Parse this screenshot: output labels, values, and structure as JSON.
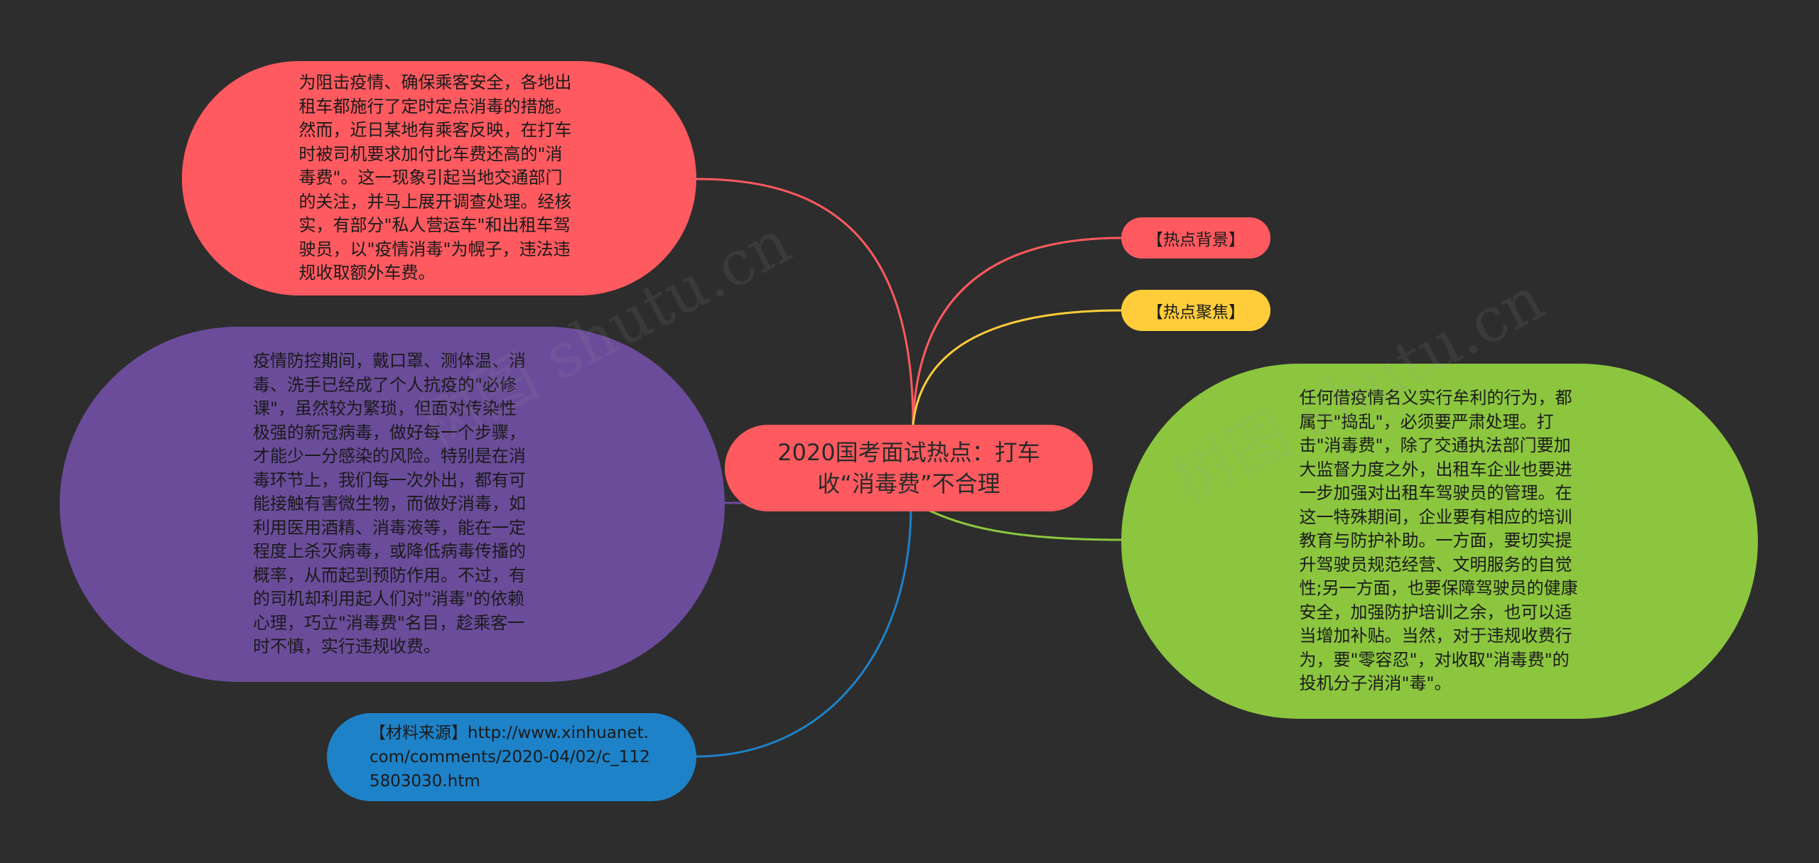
{
  "mindmap": {
    "center": {
      "title": "2020国考面试热点：打车收“消毒费”不合理",
      "color": "#ff5a5f"
    },
    "branches": {
      "background_tag": {
        "label": "【热点背景】",
        "color": "#ff5a5f",
        "line": "#ff5a5f"
      },
      "focus_tag": {
        "label": "【热点聚焦】",
        "color": "#ffcd3a",
        "line": "#ffcd3a"
      },
      "background_text": {
        "text": "为阻击疫情、确保乘客安全，各地出租车都施行了定时定点消毒的措施。然而，近日某地有乘客反映，在打车时被司机要求加付比车费还高的\"消毒费\"。这一现象引起当地交通部门的关注，并马上展开调查处理。经核实，有部分\"私人营运车\"和出租车驾驶员，以\"疫情消毒\"为幌子，违法违规收取额外车费。",
        "color": "#ff5a5f",
        "line": "#ff5a5f"
      },
      "analysis_text": {
        "text": "疫情防控期间，戴口罩、测体温、消毒、洗手已经成了个人抗疫的\"必修课\"，虽然较为繁琐，但面对传染性极强的新冠病毒，做好每一个步骤，才能少一分感染的风险。特别是在消毒环节上，我们每一次外出，都有可能接触有害微生物，而做好消毒，如利用医用酒精、消毒液等，能在一定程度上杀灭病毒，或降低病毒传播的概率，从而起到预防作用。不过，有的司机却利用起人们对\"消毒\"的依赖心理，巧立\"消毒费\"名目，趁乘客一时不慎，实行违规收费。",
        "color": "#6b4c9a",
        "line": "#6b4c9a"
      },
      "source_text": {
        "text": "【材料来源】http://www.xinhuanet.com/comments/2020-04/02/c_1125803030.htm",
        "color": "#1e82c8",
        "line": "#1e82c8"
      },
      "measures_text": {
        "text": "任何借疫情名义实行牟利的行为，都属于\"捣乱\"，必须要严肃处理。打击\"消毒费\"，除了交通执法部门要加大监督力度之外，出租车企业也要进一步加强对出租车驾驶员的管理。在这一特殊期间，企业要有相应的培训教育与防护补助。一方面，要切实提升驾驶员规范经营、文明服务的自觉性;另一方面，也要保障驾驶员的健康安全，加强防护培训之余，也可以适当增加补贴。当然，对于违规收费行为，要\"零容忍\"，对收取\"消毒费\"的投机分子消消\"毒\"。",
        "color": "#8cc63f",
        "line": "#8cc63f"
      }
    },
    "watermark": {
      "left": "树图 shutu.cn",
      "right": "树图 shutu.cn"
    },
    "background_color": "#2d2d2d"
  }
}
